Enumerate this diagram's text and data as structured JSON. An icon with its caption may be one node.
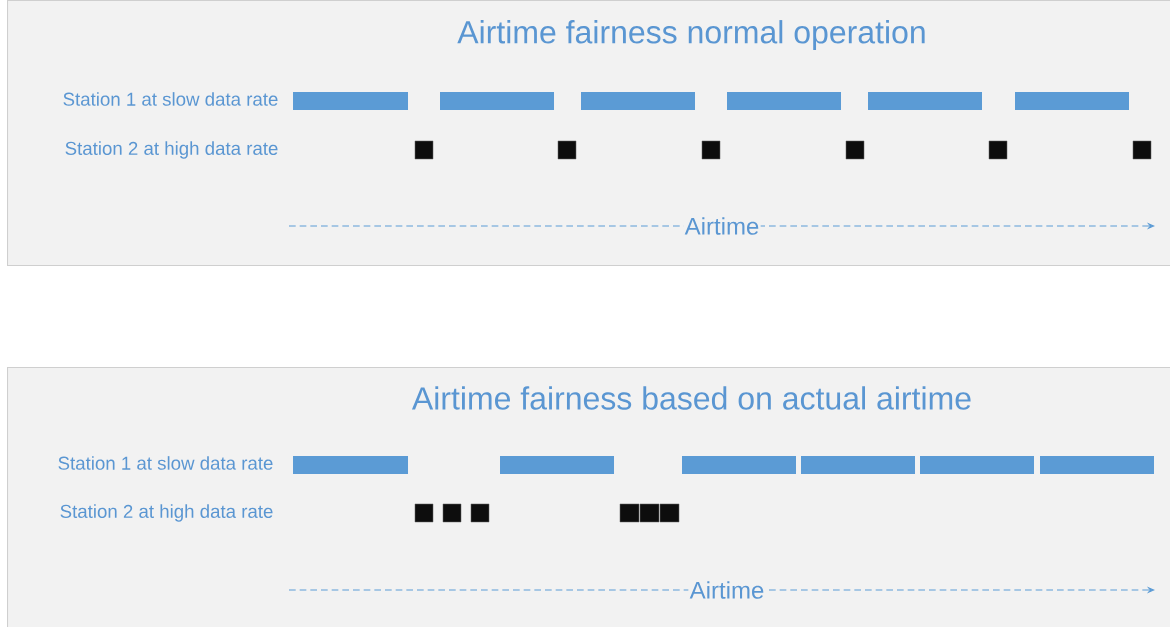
{
  "diagram": {
    "nodes": [
      {
        "text": [
          "Airtime fairness normal operation"
        ]
      },
      {
        "text": [
          "Airtime fairness based on actual airtime"
        ]
      }
    ],
    "labels": [
      "Station 1 at slow data rate",
      "Station 2 at high data rate",
      "Airtime",
      "Station 1 at slow data rate",
      "Station 2 at high data rate",
      "Airtime"
    ]
  }
}
